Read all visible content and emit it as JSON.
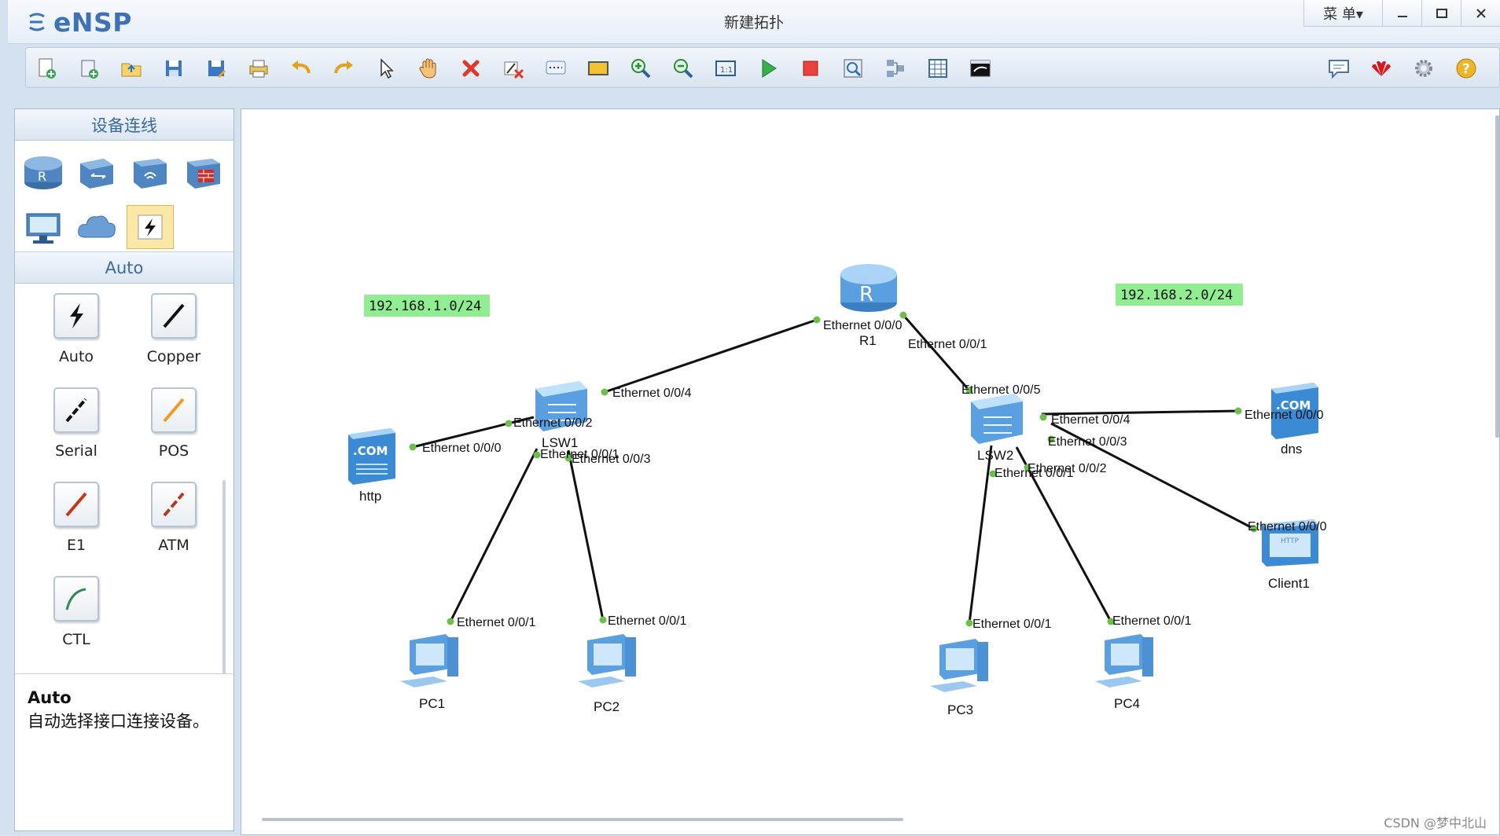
{
  "app": {
    "name": "eNSP",
    "window_title": "新建拓扑",
    "menu_label": "菜 单▾"
  },
  "toolbar": {
    "items": [
      "new-topology",
      "new-example",
      "open",
      "save",
      "save-as",
      "print",
      "undo",
      "redo",
      "select",
      "pan",
      "delete",
      "delete-link",
      "text",
      "rectangle",
      "zoom-in",
      "zoom-out",
      "fit",
      "start",
      "stop",
      "capture",
      "topology",
      "grid",
      "console",
      "chat",
      "huawei",
      "settings",
      "help"
    ]
  },
  "left_panel": {
    "title": "设备连线",
    "devices": [
      "router",
      "switch",
      "wireless",
      "firewall",
      "pc",
      "cloud",
      "auto-connect"
    ],
    "sub_title": "Auto",
    "cables": [
      {
        "label": "Auto"
      },
      {
        "label": "Copper"
      },
      {
        "label": "Serial"
      },
      {
        "label": "POS"
      },
      {
        "label": "E1"
      },
      {
        "label": "ATM"
      },
      {
        "label": "CTL"
      }
    ],
    "description": {
      "title": "Auto",
      "text": "自动选择接口连接设备。"
    }
  },
  "topology": {
    "networks": [
      "192.168.1.0/24",
      "192.168.2.0/24"
    ],
    "devices": {
      "R1": "R1",
      "LSW1": "LSW1",
      "LSW2": "LSW2",
      "http": "http",
      "dns": "dns",
      "Client1": "Client1",
      "PC1": "PC1",
      "PC2": "PC2",
      "PC3": "PC3",
      "PC4": "PC4"
    },
    "ports": {
      "r1_e000": "Ethernet 0/0/0",
      "r1_e001": "Ethernet 0/0/1",
      "lsw1_e004": "Ethernet 0/0/4",
      "lsw1_e002": "Ethernet 0/0/2",
      "lsw1_e001": "Ethernet 0/0/1",
      "lsw1_e003": "Ethernet 0/0/3",
      "http_e000": "Ethernet 0/0/0",
      "pc1_e001": "Ethernet 0/0/1",
      "pc2_e001": "Ethernet 0/0/1",
      "lsw2_e005": "Ethernet 0/0/5",
      "lsw2_e004": "Ethernet 0/0/4",
      "lsw2_e003": "Ethernet 0/0/3",
      "lsw2_e002": "Ethernet 0/0/2",
      "lsw2_e001": "Ethernet 0/0/1",
      "dns_e000": "Ethernet 0/0/0",
      "client1_e000": "Ethernet 0/0/0",
      "pc3_e001": "Ethernet 0/0/1",
      "pc4_e001": "Ethernet 0/0/1"
    },
    "colors": {
      "network_label_bg": "#90ee90",
      "link_dot": "#6cc04a",
      "link": "#111111"
    }
  },
  "watermark": "CSDN @梦中北山"
}
